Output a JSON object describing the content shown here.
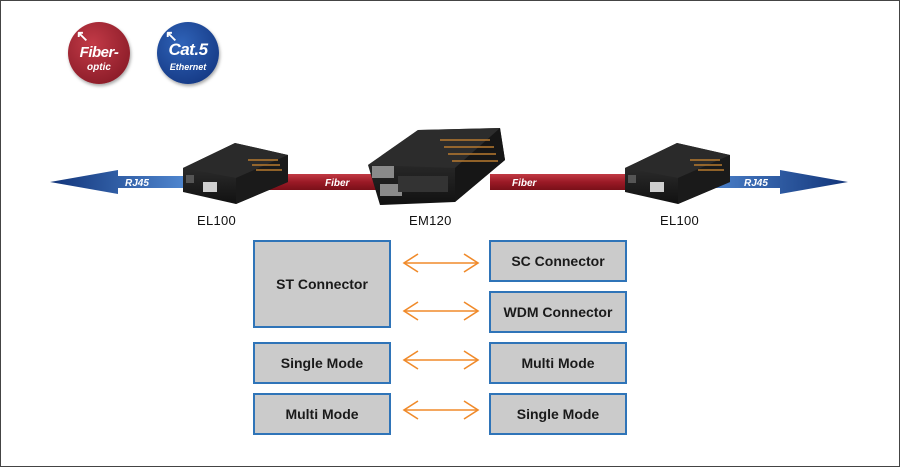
{
  "badges": {
    "fiber": {
      "line1": "Fiber-",
      "line2": "optic",
      "color": "#9b1b2a"
    },
    "cat5": {
      "line1": "Cat.5",
      "line2": "Ethernet",
      "color": "#1d4a9e"
    }
  },
  "link_labels": {
    "rj45_left": "RJ45",
    "fiber_left": "Fiber",
    "fiber_right": "Fiber",
    "rj45_right": "RJ45"
  },
  "devices": {
    "left": "EL100",
    "center": "EM120",
    "right": "EL100"
  },
  "connections": {
    "st_connector": "ST Connector",
    "sc_connector": "SC Connector",
    "wdm_connector": "WDM Connector",
    "single_mode_left": "Single Mode",
    "multi_mode_right": "Multi Mode",
    "multi_mode_left": "Multi Mode",
    "single_mode_right": "Single Mode"
  },
  "colors": {
    "fiber_band": "#a8202b",
    "ethernet_arrow": "#1f4f9e",
    "box_border": "#2f74b8",
    "box_fill": "#cbcbcb",
    "double_arrow": "#f08a2a"
  }
}
